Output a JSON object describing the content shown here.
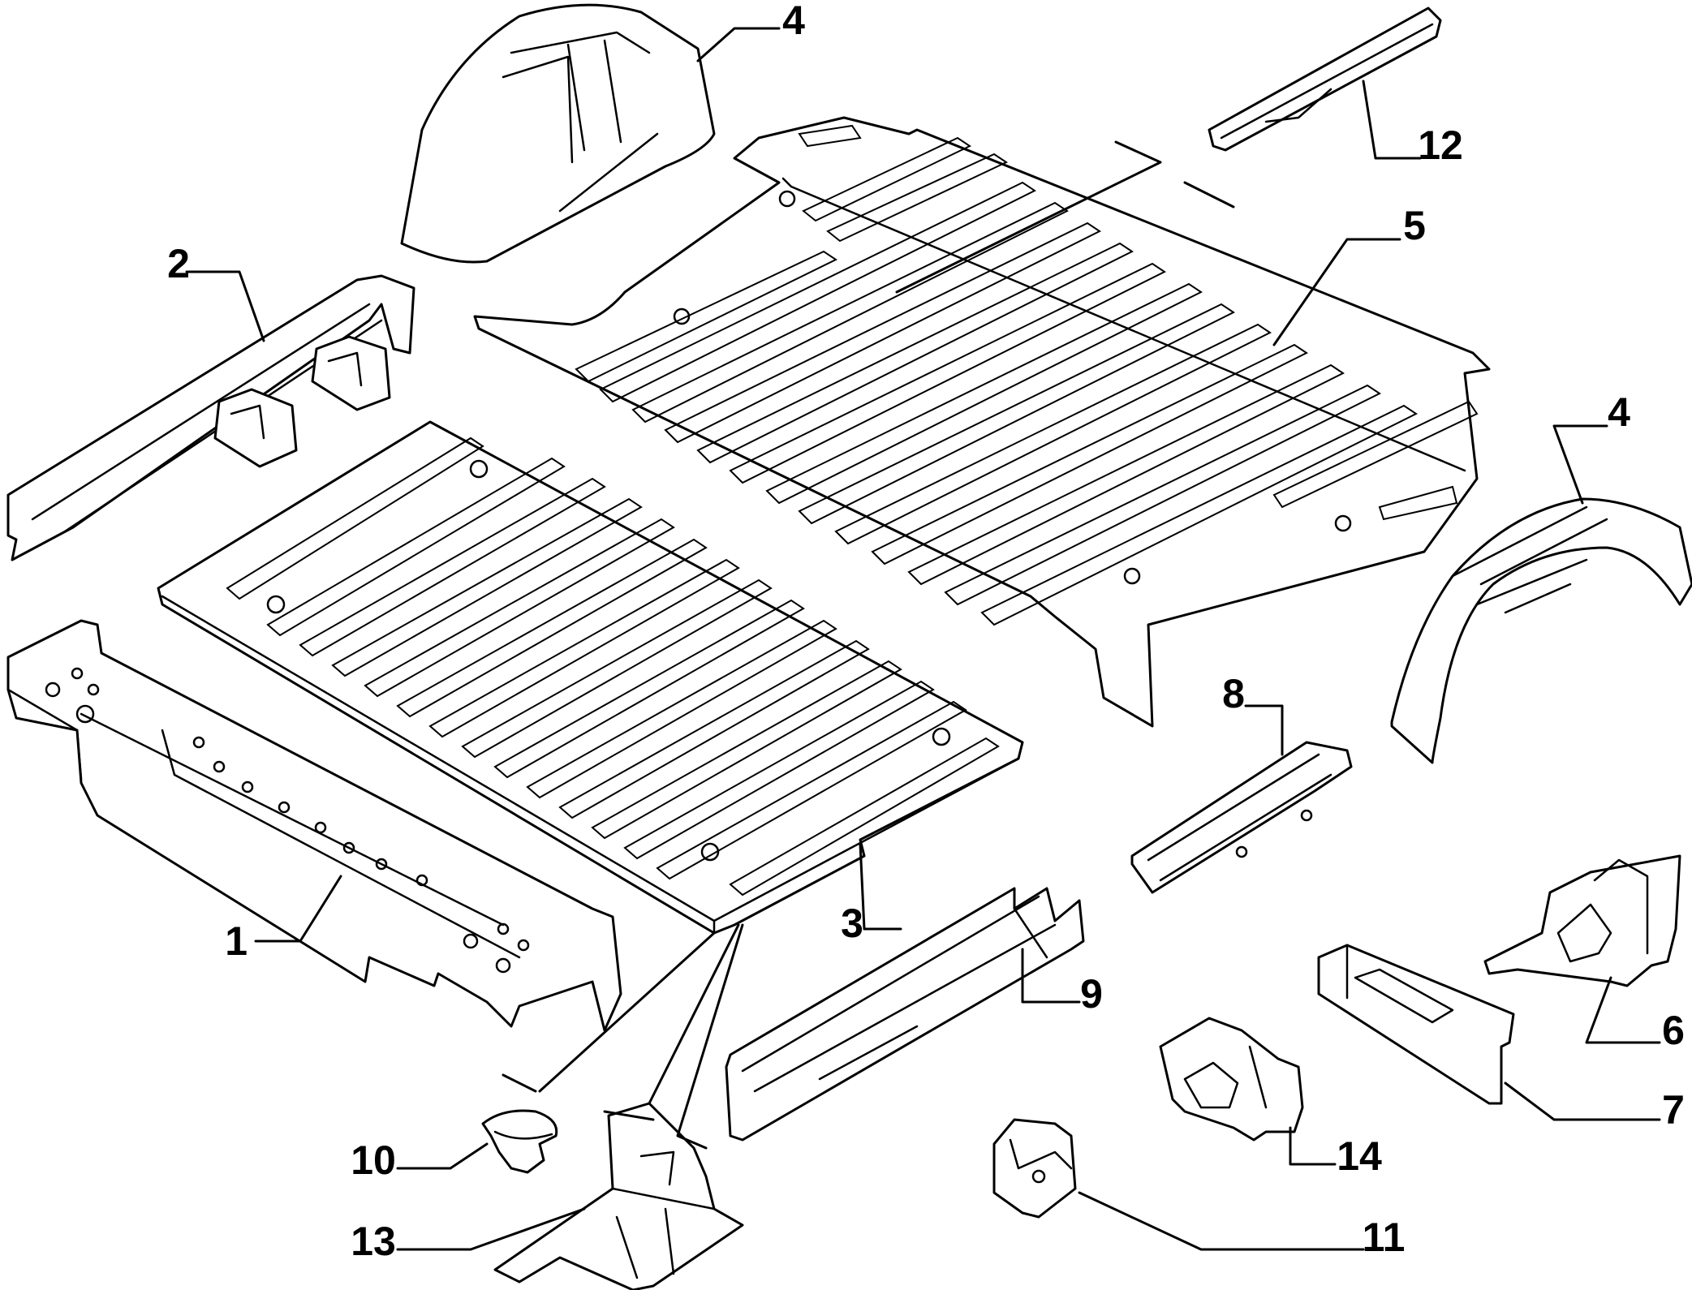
{
  "callouts": [
    {
      "id": "1",
      "label": "1"
    },
    {
      "id": "2",
      "label": "2"
    },
    {
      "id": "3",
      "label": "3"
    },
    {
      "id": "4a",
      "label": "4"
    },
    {
      "id": "4b",
      "label": "4"
    },
    {
      "id": "5",
      "label": "5"
    },
    {
      "id": "6",
      "label": "6"
    },
    {
      "id": "7",
      "label": "7"
    },
    {
      "id": "8",
      "label": "8"
    },
    {
      "id": "9",
      "label": "9"
    },
    {
      "id": "10",
      "label": "10"
    },
    {
      "id": "11",
      "label": "11"
    },
    {
      "id": "12",
      "label": "12"
    },
    {
      "id": "13",
      "label": "13"
    },
    {
      "id": "14",
      "label": "14"
    }
  ],
  "colors": {
    "line": "#000000",
    "background": "#ffffff"
  }
}
